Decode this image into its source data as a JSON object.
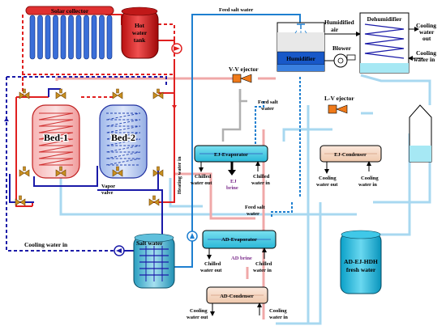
{
  "labels": {
    "solar_collector": "Solar collector",
    "hot_water_tank_1": "Hot",
    "hot_water_tank_2": "water",
    "hot_water_tank_3": "tank",
    "feed_salt_water_top": "Feed salt water",
    "humidified_air_1": "Humidified",
    "humidified_air_2": "air",
    "dehumidifier": "Dehumidifier",
    "cooling_water_out_right_1": "Cooling",
    "cooling_water_out_right_2": "water",
    "cooling_water_out_right_3": "out",
    "cooling_water_in_right_1": "Cooling",
    "cooling_water_in_right_2": "water in",
    "humidifier": "Humidifier",
    "blower": "Blower",
    "vv_ejector": "V-V ejector",
    "lv_ejector": "L-V ejector",
    "feed_salt_water_mid_1": "Feed salt",
    "feed_salt_water_mid_2": "water",
    "bed1": "Bed-1",
    "bed2": "Bed-2",
    "vapor_valve_1": "Vapor",
    "vapor_valve_2": "valve",
    "heating_water_in": "Heating water in",
    "ej_evaporator": "EJ-Evaporator",
    "ej_chilled_out_1": "Chilled",
    "ej_chilled_out_2": "water out",
    "ej_brine_1": "EJ",
    "ej_brine_2": "brine",
    "ej_chilled_in_1": "Chilled",
    "ej_chilled_in_2": "water in",
    "ej_condenser": "EJ-Condenser",
    "ejc_cooling_out_1": "Cooling",
    "ejc_cooling_out_2": "water out",
    "ejc_cooling_in_1": "Cooling",
    "ejc_cooling_in_2": "water in",
    "feed_salt_water_low_1": "Feed salt",
    "feed_salt_water_low_2": "water",
    "cooling_water_in_left": "Cooling water in",
    "salt_water": "Salt water",
    "ad_evaporator": "AD-Evaporator",
    "ad_brine": "AD brine",
    "ad_chilled_out_1": "Chilled",
    "ad_chilled_out_2": "water out",
    "ad_chilled_in_1": "Chilled",
    "ad_chilled_in_2": "water in",
    "ad_condenser": "AD-Condenser",
    "adc_cooling_out_1": "Cooling",
    "adc_cooling_out_2": "water out",
    "adc_cooling_in_1": "Cooling",
    "adc_cooling_in_2": "water in",
    "fresh_water_1": "AD-EJ-HDH",
    "fresh_water_2": "fresh water"
  },
  "colors": {
    "hot_loop": "#e02020",
    "cooling_loop": "#1a1aa8",
    "feed_line": "#1e7fd0",
    "light_blue": "#a8d8f0",
    "pink": "#f0a8a8",
    "grey": "#b0b0b0",
    "ejector": "#f07a1a",
    "valve": "#c89020",
    "bed1_fill": "#f4a0a0",
    "bed2_fill": "#a8c0ec",
    "evap_fill": "#5ad0e8",
    "cond_fill": "#f4d8c4"
  }
}
